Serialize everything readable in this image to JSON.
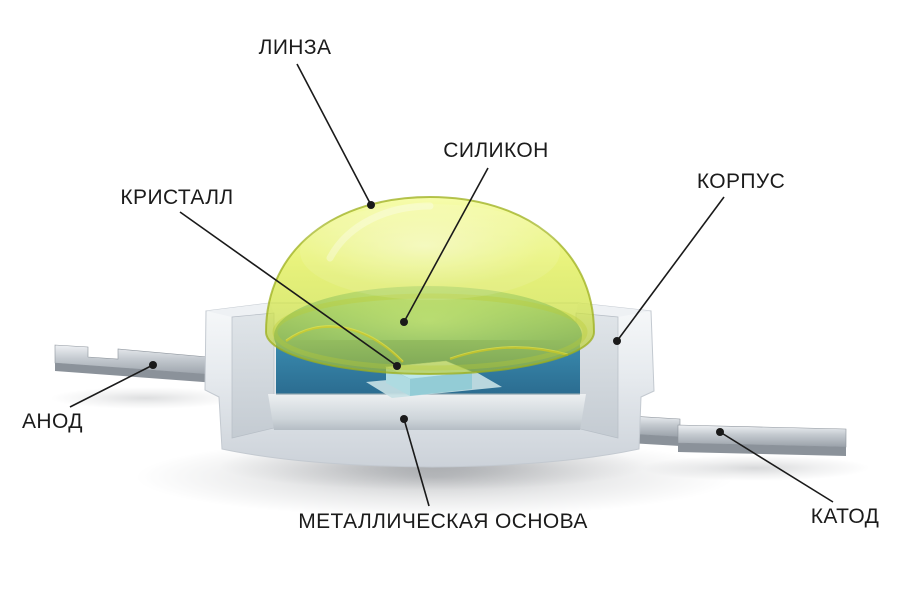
{
  "diagram": {
    "labels": {
      "lens": "ЛИНЗА",
      "silicone": "СИЛИКОН",
      "crystal": "КРИСТАЛЛ",
      "body": "КОРПУС",
      "anode": "АНОД",
      "metal_base": "МЕТАЛЛИЧЕСКАЯ ОСНОВА",
      "cathode": "КАТОД"
    },
    "colors": {
      "background": "#ffffff",
      "lens": "#d9e84e",
      "silicone": "#3e94ba",
      "crystal": "#c8ecef",
      "housing": "#e4e8ed",
      "metal_lead": "#b3bac1",
      "wire": "#c9ae2c",
      "leader_line": "#1a1a1a",
      "label_text": "#1b1b1b"
    }
  }
}
